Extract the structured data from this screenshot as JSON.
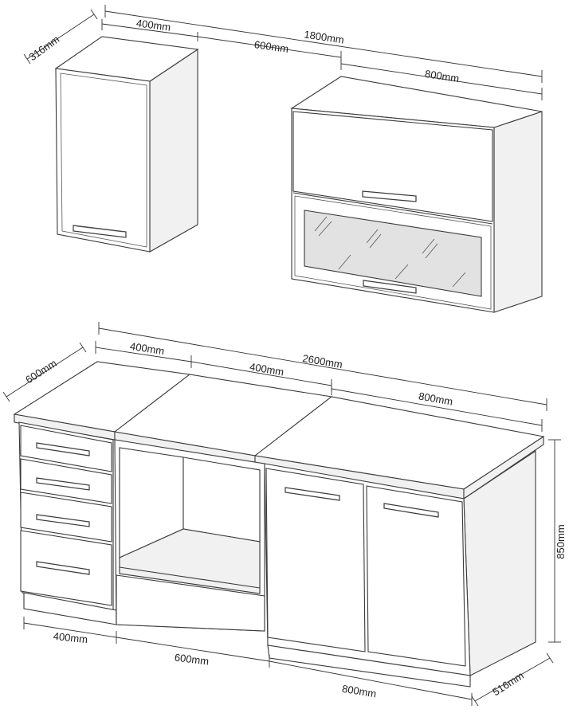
{
  "upper_units": {
    "depth_label": "316mm",
    "wall_cabinet_width_label": "400mm",
    "total_width_label": "1800mm",
    "gap_width_label": "600mm",
    "glass_cabinet_width_label": "800mm"
  },
  "lower_units": {
    "depth_label": "600mm",
    "drawer_unit_width_label": "400mm",
    "total_width_label": "2600mm",
    "oven_unit_top_width_label": "400mm",
    "sink_unit_top_width_label": "800mm",
    "height_label": "850mm",
    "drawer_unit_base_width_label": "400mm",
    "oven_unit_base_width_label": "600mm",
    "sink_unit_base_width_label": "800mm",
    "base_depth_label": "516mm"
  }
}
